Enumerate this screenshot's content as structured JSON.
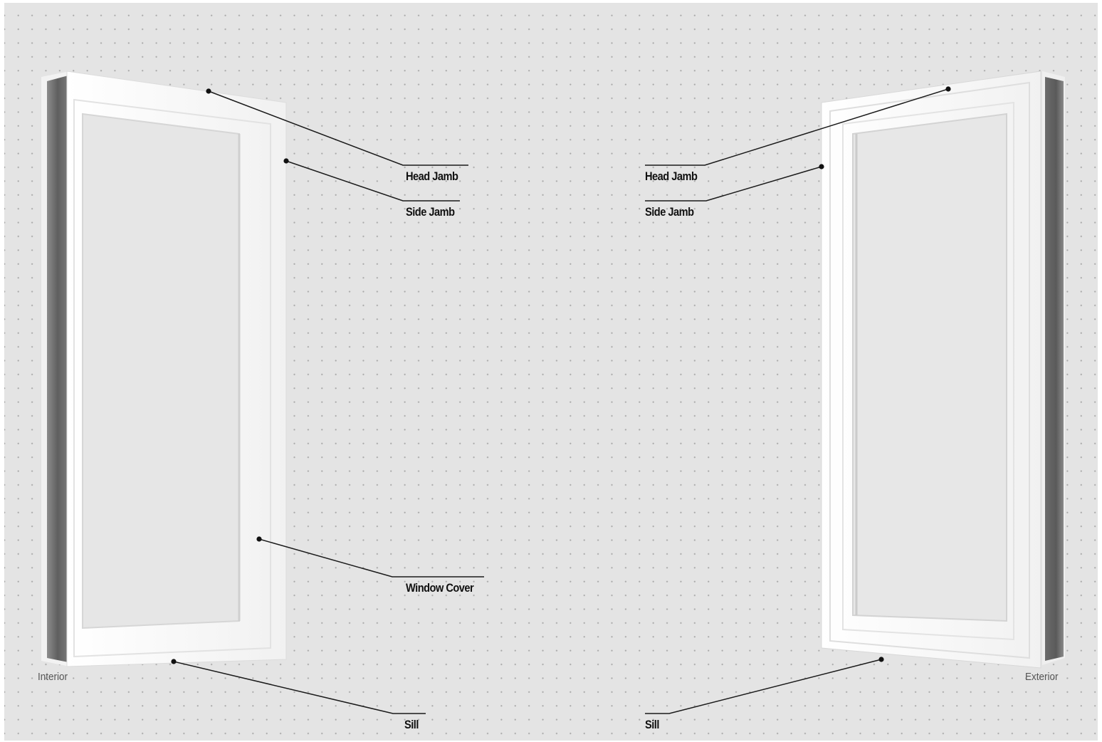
{
  "diagram": {
    "views": [
      {
        "id": "interior",
        "caption": "Interior"
      },
      {
        "id": "exterior",
        "caption": "Exterior"
      }
    ],
    "callouts": {
      "interior": [
        {
          "id": "head-jamb",
          "label": "Head Jamb"
        },
        {
          "id": "side-jamb",
          "label": "Side Jamb"
        },
        {
          "id": "window-cover",
          "label": "Window Cover"
        },
        {
          "id": "sill",
          "label": "Sill"
        }
      ],
      "exterior": [
        {
          "id": "head-jamb",
          "label": "Head Jamb"
        },
        {
          "id": "side-jamb",
          "label": "Side Jamb"
        },
        {
          "id": "sill",
          "label": "Sill"
        }
      ]
    },
    "colors": {
      "background": "#e4e4e4",
      "grid_dot": "#a9a9a9",
      "frame_face": "#f7f7f7",
      "frame_edge": "#6f6f6f",
      "leader_line": "#1a1a1a"
    }
  }
}
